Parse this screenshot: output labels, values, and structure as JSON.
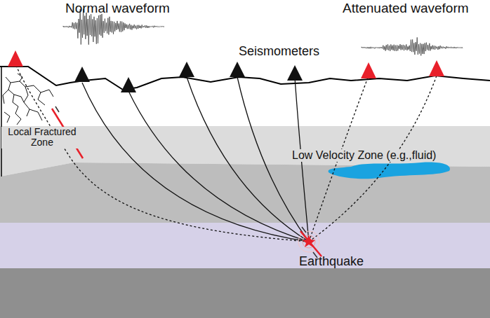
{
  "diagram": {
    "labels": [
      "Normal waveform",
      "Attenuated waveform",
      "Seismometers",
      "Local Fractured Zone",
      "Low Velocity Zone (e.g.,fluid)",
      "Earthquake"
    ]
  }
}
